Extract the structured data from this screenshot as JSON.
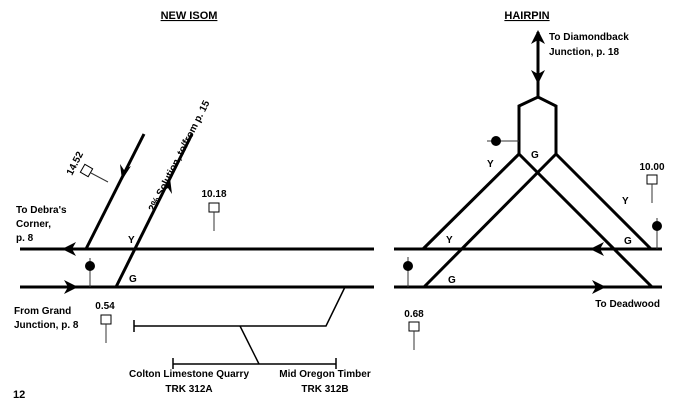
{
  "page_number": "12",
  "new_isom": {
    "title": "NEW ISOM",
    "to_debras": [
      "To Debra's",
      "Corner,",
      "p. 8"
    ],
    "from_grand": [
      "From Grand",
      "Junction, p. 8"
    ],
    "grade_label": "2% Solution, to/from p. 15",
    "mileposts": [
      "14.52",
      "10.18",
      "0.54"
    ],
    "signal_aspects": [
      "Y",
      "G"
    ],
    "industries": [
      {
        "name": "Colton Limestone Quarry",
        "track": "TRK 312A"
      },
      {
        "name": "Mid Oregon Timber",
        "track": "TRK 312B"
      }
    ]
  },
  "hairpin": {
    "title": "HAIRPIN",
    "to_diamondback": [
      "To Diamondback",
      "Junction, p. 18"
    ],
    "to_deadwood": "To Deadwood",
    "mileposts": [
      "10.00",
      "0.68"
    ],
    "signal_aspects": [
      "G",
      "Y",
      "Y",
      "Y",
      "G",
      "G"
    ]
  }
}
